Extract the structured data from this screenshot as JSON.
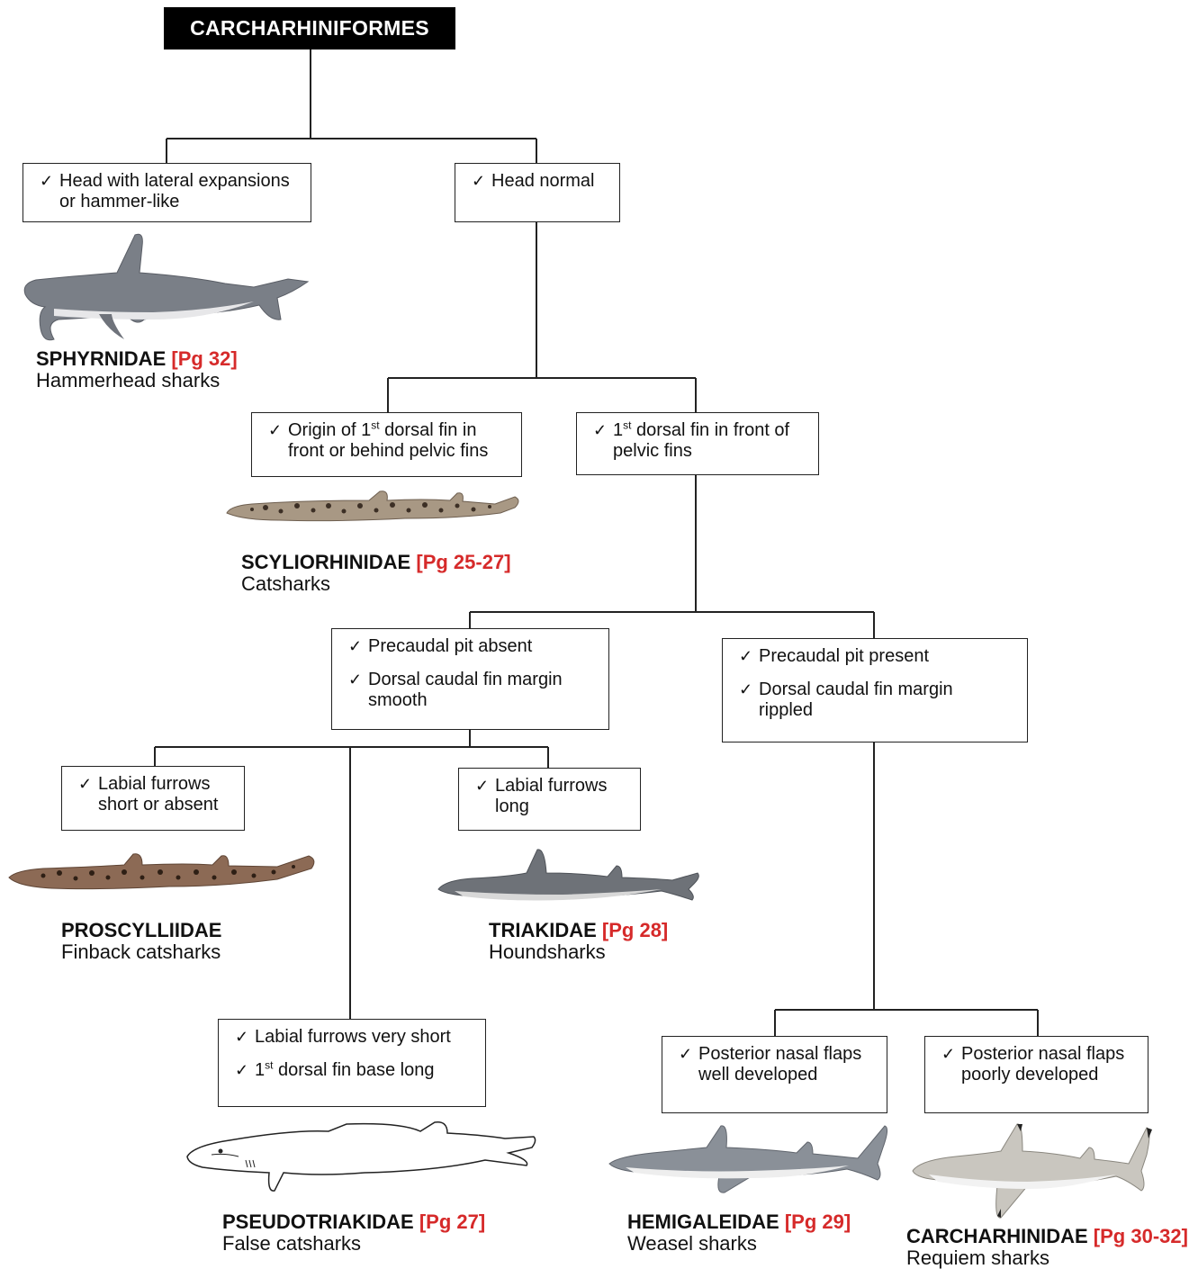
{
  "root": {
    "label": "CARCHARHINIFORMES"
  },
  "check_glyph": "✓",
  "colors": {
    "page_ref": "#d62a2a",
    "root_bg": "#000000",
    "root_text": "#ffffff",
    "lines": "#222222"
  },
  "nodes": {
    "head_lateral": {
      "criteria": [
        {
          "text": "Head with lateral expansions\nor hammer-like"
        }
      ]
    },
    "head_normal": {
      "criteria": [
        {
          "text": "Head normal"
        }
      ]
    },
    "dorsal_origin": {
      "criteria": [
        {
          "pre": "Origin of 1",
          "sup": "st",
          "post": " dorsal fin in\nfront or behind pelvic fins"
        }
      ]
    },
    "dorsal_front": {
      "criteria": [
        {
          "pre": "1",
          "sup": "st",
          "post": " dorsal fin in front of\npelvic fins"
        }
      ]
    },
    "precaudal_absent": {
      "criteria": [
        {
          "text": "Precaudal pit absent"
        },
        {
          "text": "Dorsal caudal fin margin\nsmooth"
        }
      ]
    },
    "precaudal_present": {
      "criteria": [
        {
          "text": "Precaudal pit present"
        },
        {
          "text": "Dorsal caudal fin margin\nrippled"
        }
      ]
    },
    "labial_short": {
      "criteria": [
        {
          "text": "Labial furrows\nshort or absent"
        }
      ]
    },
    "labial_long": {
      "criteria": [
        {
          "text": "Labial furrows\nlong"
        }
      ]
    },
    "labial_very_short": {
      "criteria": [
        {
          "text": "Labial furrows very short"
        },
        {
          "pre": "1",
          "sup": "st",
          "post": " dorsal fin base long"
        }
      ]
    },
    "nasal_well": {
      "criteria": [
        {
          "text": "Posterior nasal flaps\nwell developed"
        }
      ]
    },
    "nasal_poor": {
      "criteria": [
        {
          "text": "Posterior nasal flaps\npoorly developed"
        }
      ]
    }
  },
  "families": {
    "sphyrnidae": {
      "name": "SPHYRNIDAE",
      "page": "[Pg 32]",
      "common": "Hammerhead sharks",
      "icon": "hammerhead-shark"
    },
    "scyliorhinidae": {
      "name": "SCYLIORHINIDAE",
      "page": "[Pg 25-27]",
      "common": "Catsharks",
      "icon": "spotted-catshark"
    },
    "proscylliidae": {
      "name": "PROSCYLLIIDAE",
      "page": "",
      "common": "Finback catsharks",
      "icon": "finback-catshark"
    },
    "triakidae": {
      "name": "TRIAKIDAE",
      "page": "[Pg 28]",
      "common": "Houndsharks",
      "icon": "houndshark"
    },
    "pseudotriakidae": {
      "name": "PSEUDOTRIAKIDAE",
      "page": "[Pg 27]",
      "common": "False catsharks",
      "icon": "false-catshark-drawing"
    },
    "hemigaleidae": {
      "name": "HEMIGALEIDAE",
      "page": "[Pg 29]",
      "common": "Weasel sharks",
      "icon": "weasel-shark"
    },
    "carcharhinidae": {
      "name": "CARCHARHINIDAE",
      "page": "[Pg 30-32]",
      "common": "Requiem sharks",
      "icon": "requiem-shark"
    }
  }
}
